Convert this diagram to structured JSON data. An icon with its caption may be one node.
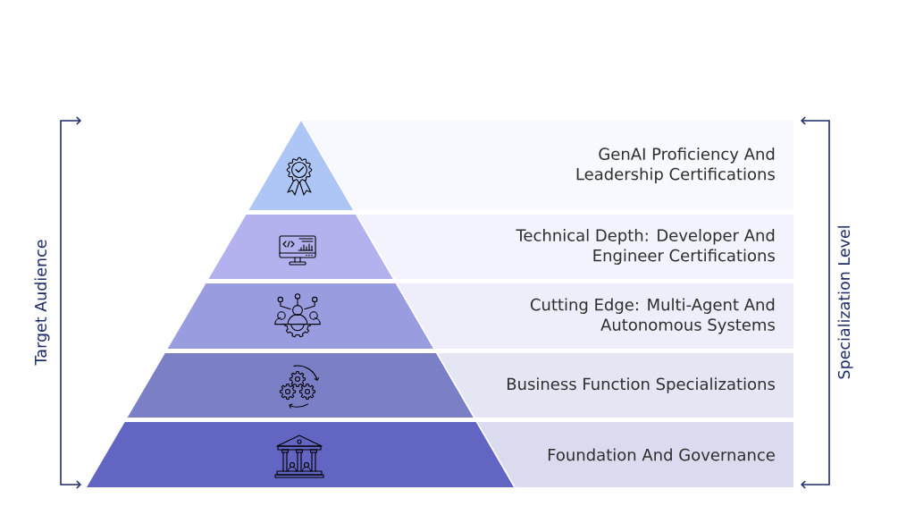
{
  "diagram": {
    "nodes": [
      {
        "text": [
          "GenAI Proficiency And Leadership Certifications"
        ]
      },
      {
        "text": [
          "Technical Depth: Developer And Engineer Certifications"
        ]
      },
      {
        "text": [
          "Cutting Edge: Multi-Agent And Autonomous Systems"
        ]
      },
      {
        "text": [
          "Business Function Specializations"
        ]
      },
      {
        "text": [
          "Foundation And Governance"
        ]
      }
    ],
    "labels": [
      "Target Audience",
      "Specialization Level"
    ]
  }
}
